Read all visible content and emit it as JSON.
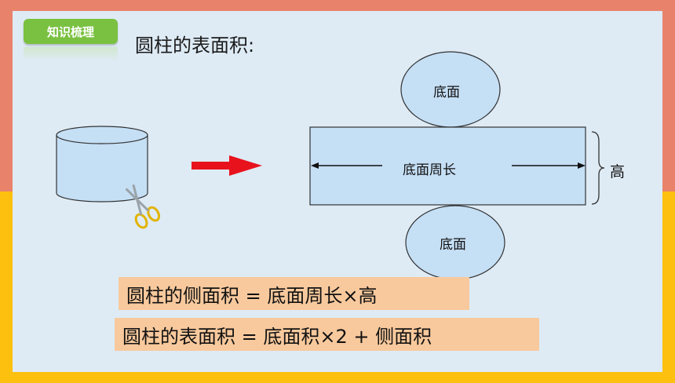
{
  "tag": {
    "label": "知识梳理"
  },
  "title": "圆柱的表面积:",
  "net": {
    "top_label": "底面",
    "middle_label": "底面周长",
    "bottom_label": "底面",
    "height_label": "高"
  },
  "formulas": {
    "lateral": "圆柱的侧面积 = 底面周长×高",
    "surface": "圆柱的表面积 = 底面积×2 + 侧面积"
  },
  "colors": {
    "frame_top": "#e8826a",
    "frame_bottom": "#fdc00f",
    "panel": "#deebf5",
    "tag": "#7ac141",
    "shape_fill": "#c5dff5",
    "arrow": "#e8121d",
    "formula_bg": "#f8c99d"
  },
  "icons": [
    "scissors-icon",
    "arrow-right-icon"
  ]
}
